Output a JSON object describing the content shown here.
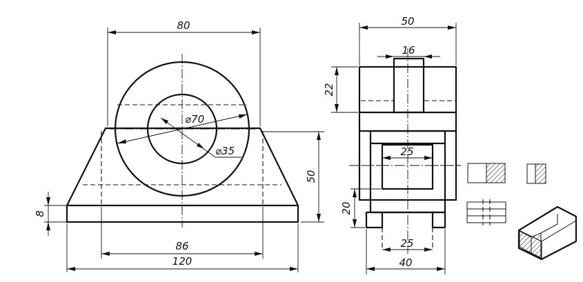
{
  "front_view": {
    "dims": {
      "top_width": "80",
      "hole_outer": "⌀70",
      "hole_inner": "⌀35",
      "height": "50",
      "base_thickness": "8",
      "inner_width": "86",
      "overall_width": "120"
    }
  },
  "side_view": {
    "dims": {
      "top_width": "50",
      "slot_width": "16",
      "slot_depth": "22",
      "window_width": "25",
      "base_height": "20",
      "bottom_slot": "25",
      "bottom_width": "40"
    }
  },
  "colors": {
    "ink": "#111111",
    "paper": "#ffffff"
  }
}
